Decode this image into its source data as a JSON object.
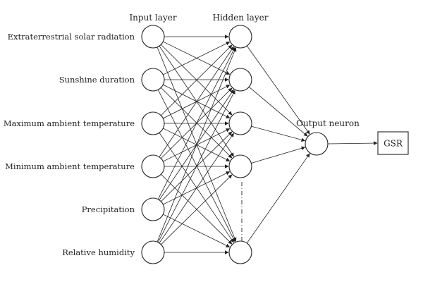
{
  "headers": {
    "input": "Input layer",
    "hidden": "Hidden layer",
    "output": "Output neuron"
  },
  "inputs": [
    "Extraterrestrial solar radiation",
    "Sunshine duration",
    "Maximum ambient temperature",
    "Minimum ambient temperature",
    "Precipitation",
    "Relative humidity"
  ],
  "output_box": "GSR"
}
